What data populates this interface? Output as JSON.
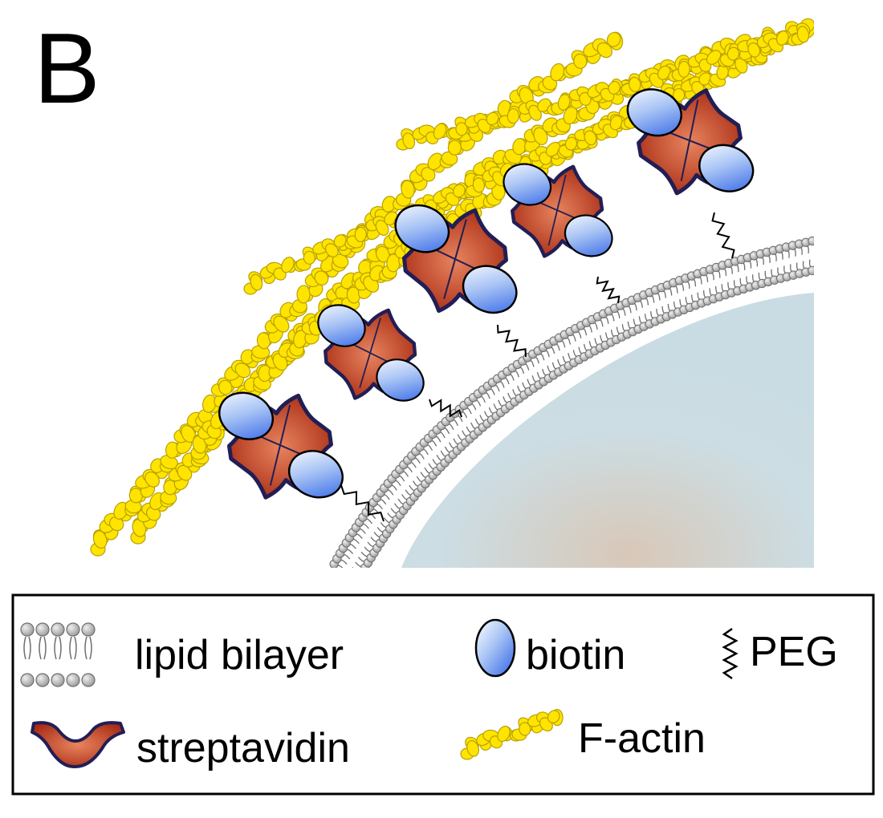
{
  "panel": {
    "label": "B"
  },
  "colors": {
    "actin_fill": "#FFE400",
    "actin_stroke": "#B8A000",
    "biotin_light": "#FFFFFF",
    "biotin_dark": "#2F63E6",
    "streptavidin_light": "#E8845E",
    "streptavidin_dark": "#A82C14",
    "streptavidin_outline": "#221E55",
    "lipid_head": "#BDBDBD",
    "lipid_stroke": "#6E6E6E",
    "cell_interior": "#CCDDE3",
    "cell_interior_warm": "#D8C8B8",
    "legend_border": "#000000"
  },
  "legend": {
    "items": [
      {
        "icon": "lipid-bilayer-icon",
        "label": "lipid bilayer"
      },
      {
        "icon": "biotin-icon",
        "label": "biotin"
      },
      {
        "icon": "peg-icon",
        "label": "PEG"
      },
      {
        "icon": "streptavidin-icon",
        "label": "streptavidin"
      },
      {
        "icon": "f-actin-icon",
        "label": "F-actin"
      }
    ]
  }
}
